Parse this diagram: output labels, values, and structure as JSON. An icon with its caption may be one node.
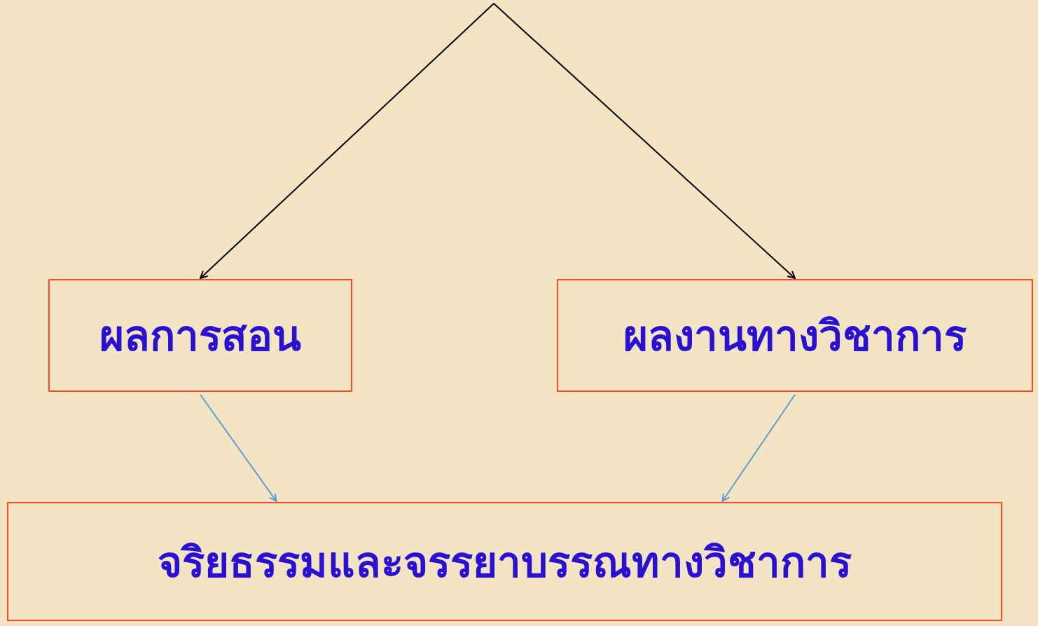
{
  "diagram": {
    "nodes": [
      {
        "text": [
          "ผลการสอน"
        ]
      },
      {
        "text": [
          "ผลงานทางวิชาการ"
        ]
      },
      {
        "text": [
          "จริยธรรมและจรรยาบรรณทางวิชาการ"
        ]
      }
    ],
    "edges": [
      {
        "from": null,
        "to": 0,
        "arrow": "to",
        "color": "#000000"
      },
      {
        "from": null,
        "to": 1,
        "arrow": "to",
        "color": "#000000"
      },
      {
        "from": 0,
        "to": 2,
        "arrow": "to",
        "color": "#5b9bd5"
      },
      {
        "from": 1,
        "to": 2,
        "arrow": "to",
        "color": "#5b9bd5"
      }
    ]
  }
}
